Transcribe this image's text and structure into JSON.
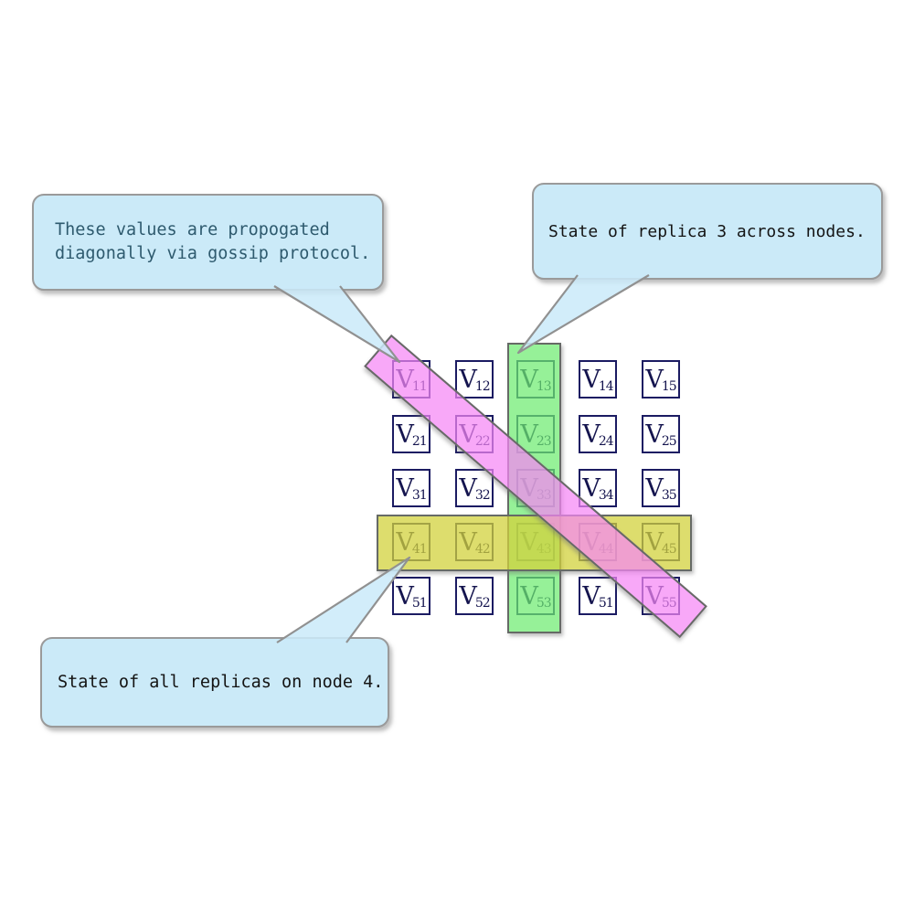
{
  "matrix": {
    "symbol": "V",
    "rows": [
      [
        "11",
        "12",
        "13",
        "14",
        "15"
      ],
      [
        "21",
        "22",
        "23",
        "24",
        "25"
      ],
      [
        "31",
        "32",
        "33",
        "34",
        "35"
      ],
      [
        "41",
        "42",
        "43",
        "44",
        "45"
      ],
      [
        "51",
        "52",
        "53",
        "51",
        "55"
      ]
    ]
  },
  "highlights": {
    "column": {
      "name": "replica-3-column",
      "color_fill": "#6eeb70"
    },
    "row": {
      "name": "node-4-row",
      "color_fill": "#d2d23c"
    },
    "diagonal": {
      "name": "gossip-diagonal",
      "color_fill": "#f587f5"
    }
  },
  "callouts": {
    "gossip": {
      "line1": "These values are propogated",
      "line2": "diagonally via gossip protocol.",
      "text_color": "#2e5a6e",
      "bg_color": "#cbeaf8"
    },
    "replica": {
      "text": "State of replica 3 across nodes.",
      "text_color": "#141414",
      "bg_color": "#cbeaf8"
    },
    "node": {
      "text": "State of all replicas on node 4.",
      "text_color": "#141414",
      "bg_color": "#cbeaf8"
    }
  },
  "colors": {
    "cell_border": "#1b1b62",
    "cell_text": "#14144e",
    "overlay_border": "#666a66",
    "callout_border": "#9a9a9a",
    "background": "#ffffff"
  }
}
